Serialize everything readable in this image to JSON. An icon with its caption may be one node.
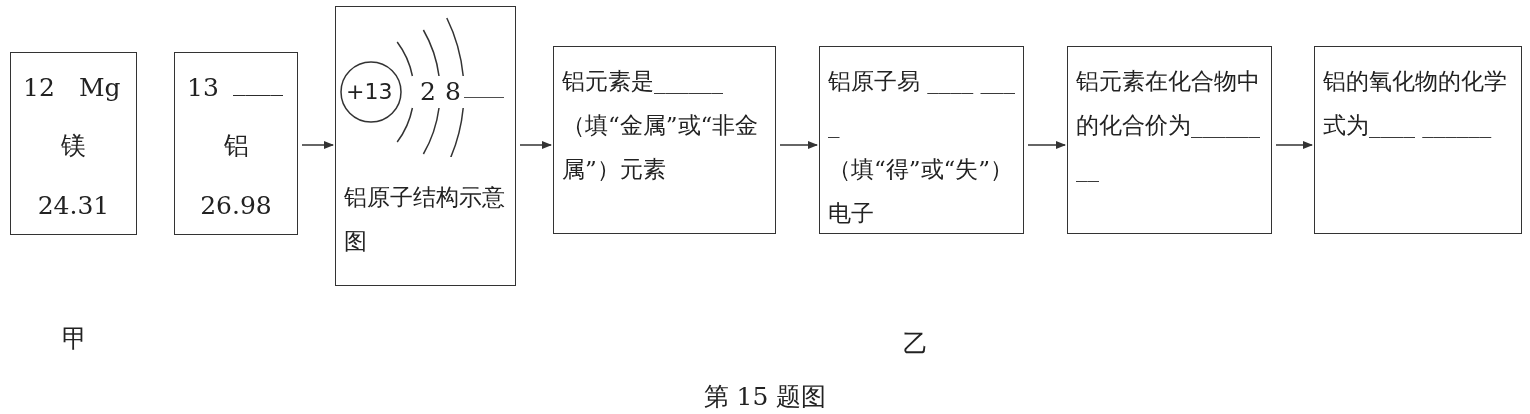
{
  "diagram": {
    "caption": "第 15 题图",
    "nodes": [
      {
        "text": [
          "12",
          "Mg",
          "镁",
          "24.31"
        ]
      },
      {
        "text": [
          "13",
          "____",
          "铝",
          "26.98"
        ]
      },
      {
        "text": [
          "+13",
          "2",
          "8",
          "____",
          "铝原子结构示意图"
        ]
      },
      {
        "text": [
          "铝元素是______（填“金属”或“非金属”）元素"
        ]
      },
      {
        "text": [
          "铝原子易 ____ ____（填“得”或“失”）电子"
        ]
      },
      {
        "text": [
          "铝元素在化合物中的化合价为________"
        ]
      },
      {
        "text": [
          "铝的氧化物的化学式为____ ______"
        ]
      }
    ],
    "edges": [
      {
        "from": 1,
        "to": 2,
        "arrow": "to"
      },
      {
        "from": 2,
        "to": 3,
        "arrow": "to"
      },
      {
        "from": 3,
        "to": 4,
        "arrow": "to"
      },
      {
        "from": 4,
        "to": 5,
        "arrow": "to"
      },
      {
        "from": 5,
        "to": 6,
        "arrow": "to"
      }
    ],
    "labels": [
      "甲",
      "乙"
    ]
  }
}
